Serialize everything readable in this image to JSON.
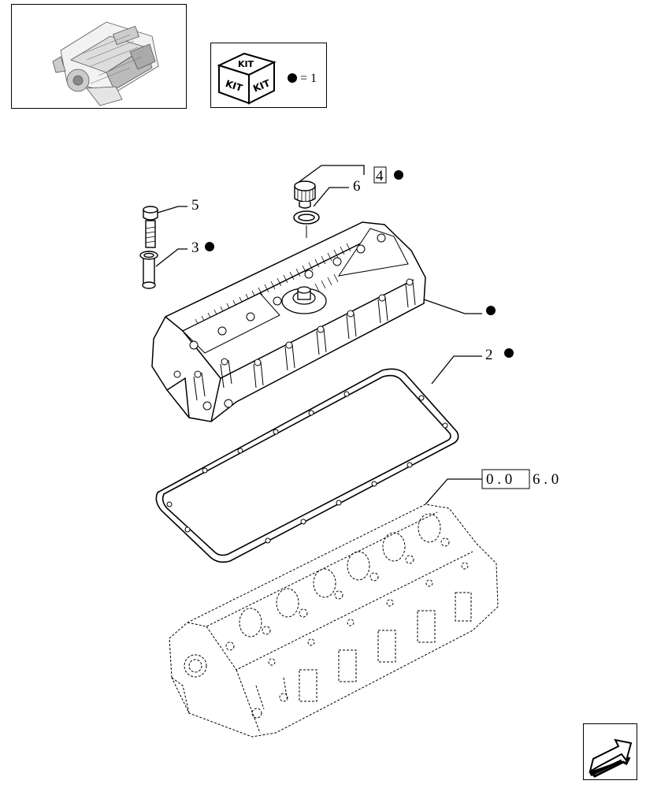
{
  "kit_legend": {
    "kit_face_top": "KIT",
    "kit_face_left": "KIT",
    "kit_face_right": "KIT",
    "equals_text": "= 1"
  },
  "callouts": {
    "part_4": "4",
    "part_6": "6",
    "part_5": "5",
    "part_3": "3",
    "part_2": "2"
  },
  "reference": {
    "boxed": "0 . 0",
    "rest": "6 . 0"
  },
  "icons": {
    "engine_thumbnail": "engine-thumbnail-icon",
    "kit_cube": "kit-cube-icon",
    "kit_dot": "filled-dot-icon",
    "next_page": "arrow-next-icon"
  }
}
